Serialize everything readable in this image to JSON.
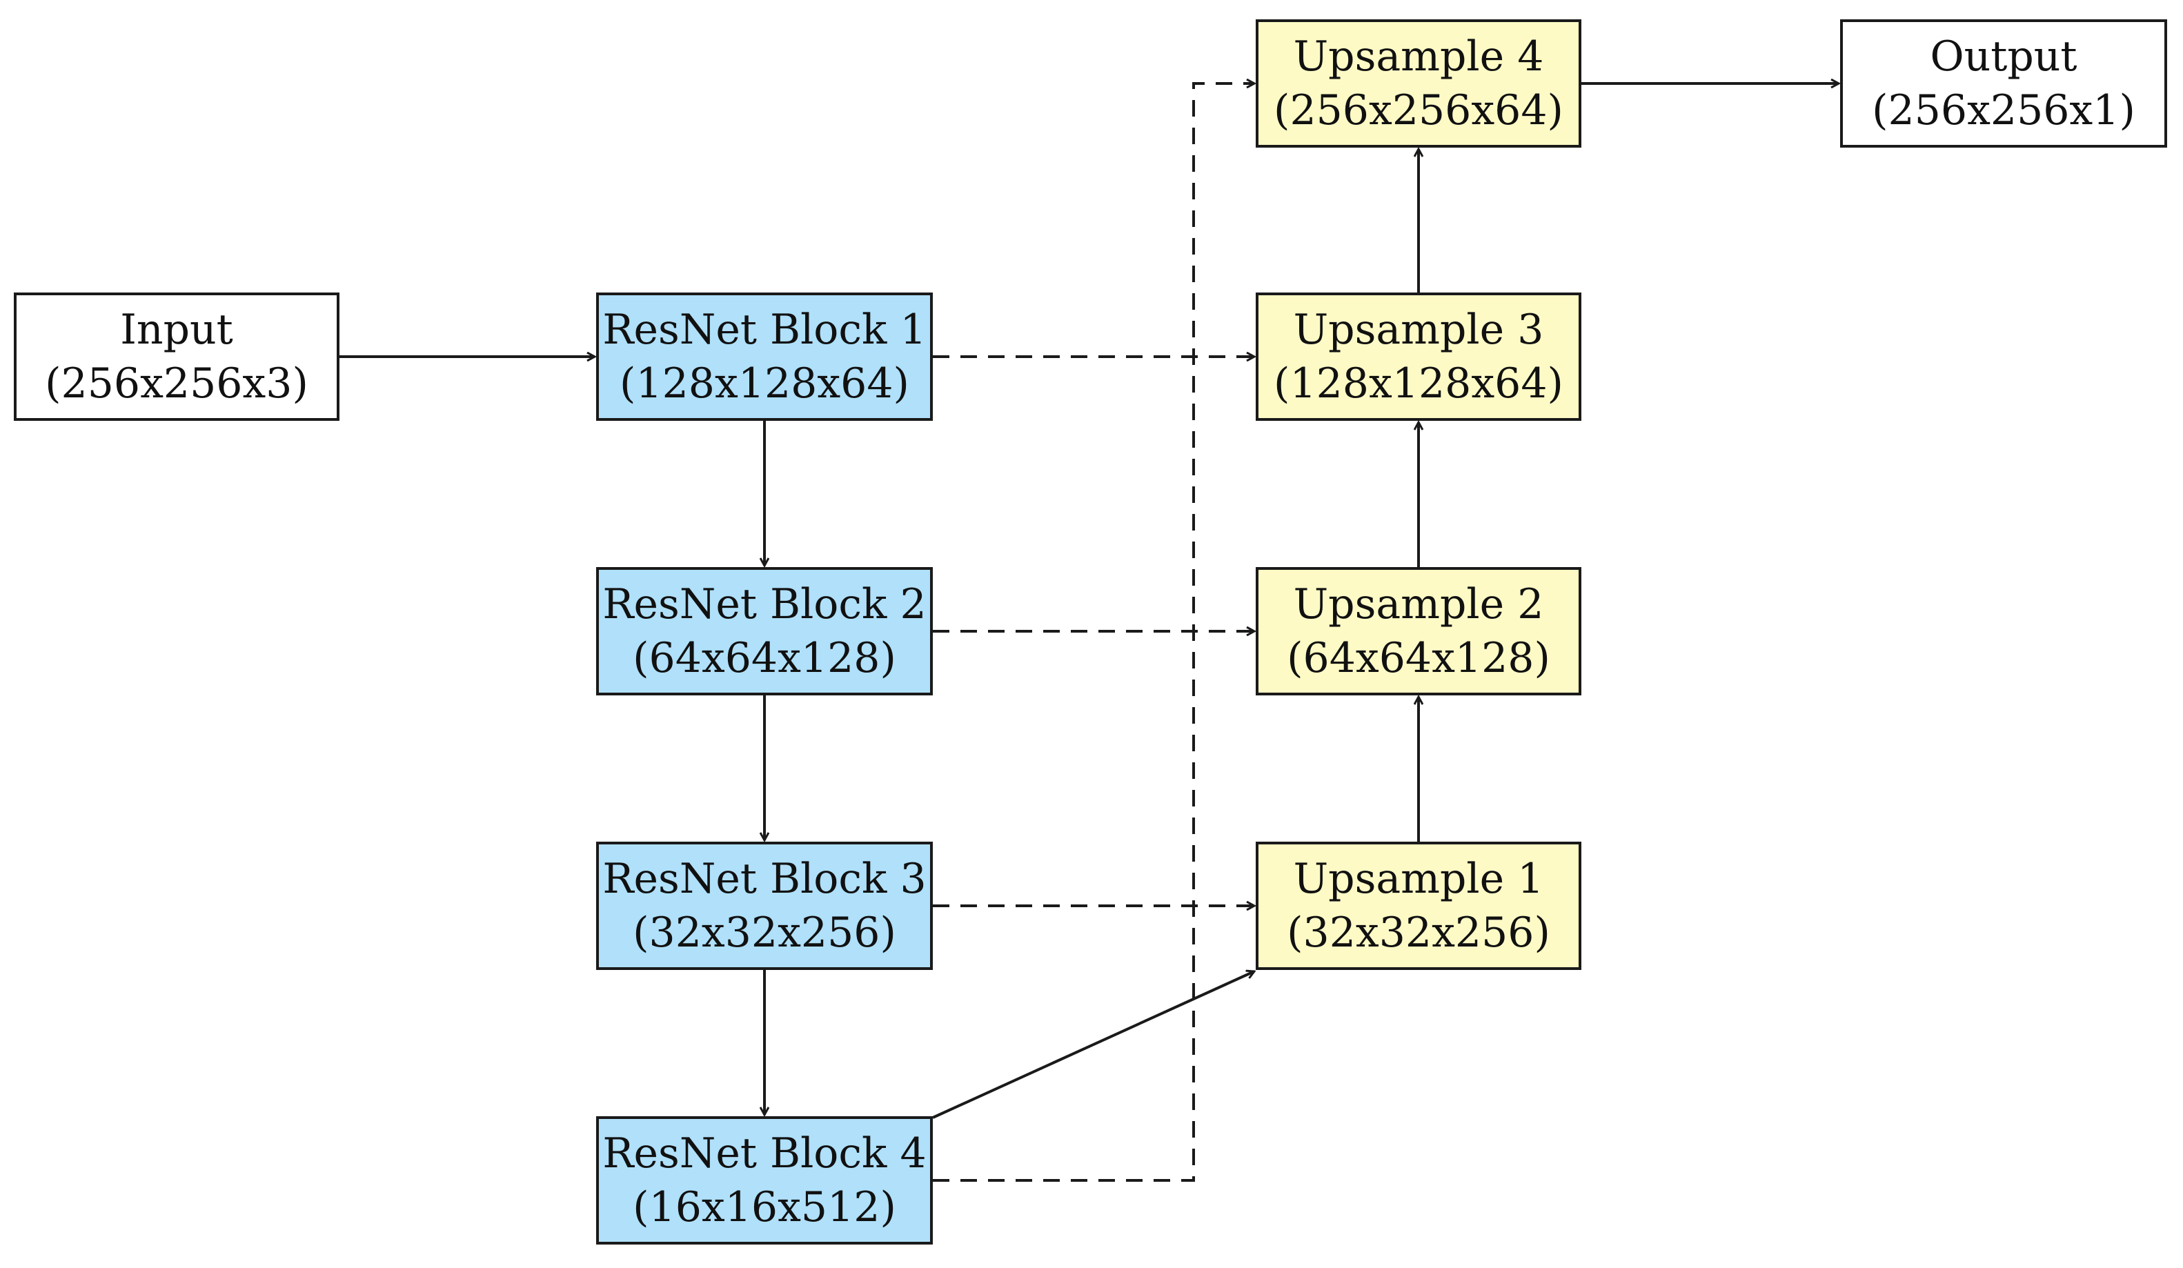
{
  "colors": {
    "resnet_fill": "#b0e0fa",
    "upsample_fill": "#fdfac6",
    "io_fill": "#ffffff",
    "stroke": "#1a1a1a"
  },
  "nodes": {
    "input": {
      "title": "Input",
      "shape": "(256x256x3)"
    },
    "output": {
      "title": "Output",
      "shape": "(256x256x1)"
    },
    "resnet": [
      {
        "title": "ResNet Block 1",
        "shape": "(128x128x64)"
      },
      {
        "title": "ResNet Block 2",
        "shape": "(64x64x128)"
      },
      {
        "title": "ResNet Block 3",
        "shape": "(32x32x256)"
      },
      {
        "title": "ResNet Block 4",
        "shape": "(16x16x512)"
      }
    ],
    "upsample": [
      {
        "title": "Upsample 1",
        "shape": "(32x32x256)"
      },
      {
        "title": "Upsample 2",
        "shape": "(64x64x128)"
      },
      {
        "title": "Upsample 3",
        "shape": "(128x128x64)"
      },
      {
        "title": "Upsample 4",
        "shape": "(256x256x64)"
      }
    ]
  },
  "edges": [
    {
      "from": "input",
      "to": "resnet-1",
      "style": "solid"
    },
    {
      "from": "resnet-1",
      "to": "resnet-2",
      "style": "solid"
    },
    {
      "from": "resnet-2",
      "to": "resnet-3",
      "style": "solid"
    },
    {
      "from": "resnet-3",
      "to": "resnet-4",
      "style": "solid"
    },
    {
      "from": "resnet-4",
      "to": "upsample-1",
      "style": "solid"
    },
    {
      "from": "upsample-1",
      "to": "upsample-2",
      "style": "solid"
    },
    {
      "from": "upsample-2",
      "to": "upsample-3",
      "style": "solid"
    },
    {
      "from": "upsample-3",
      "to": "upsample-4",
      "style": "solid"
    },
    {
      "from": "upsample-4",
      "to": "output",
      "style": "solid"
    },
    {
      "from": "resnet-1",
      "to": "upsample-3",
      "style": "dashed"
    },
    {
      "from": "resnet-2",
      "to": "upsample-2",
      "style": "dashed"
    },
    {
      "from": "resnet-3",
      "to": "upsample-1",
      "style": "dashed"
    },
    {
      "from": "resnet-4",
      "to": "upsample-4",
      "style": "dashed"
    }
  ]
}
